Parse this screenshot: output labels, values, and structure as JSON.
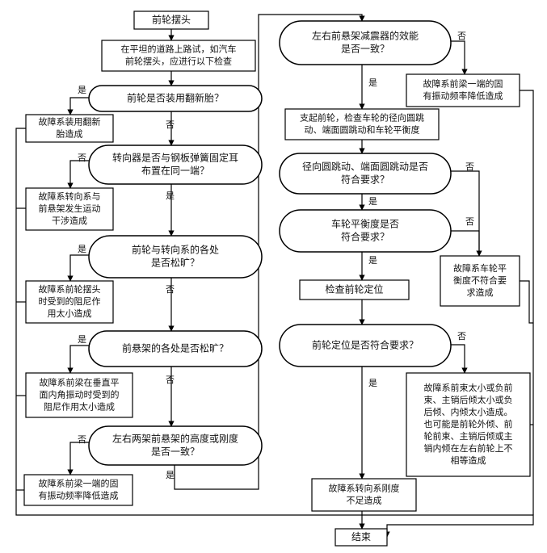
{
  "colors": {
    "stroke": "#000000",
    "fill": "#ffffff",
    "text": "#111111"
  },
  "labels": {
    "yes": "是",
    "no": "否"
  },
  "nodes": {
    "n_start": [
      "前轮摆头"
    ],
    "n_road": [
      "在平坦的道路上路试，如汽车",
      "前轮摆头，应进行以下检查"
    ],
    "d_retread": [
      "前轮是否装用翻新胎？"
    ],
    "r_retread": [
      "故障系装用翻新",
      "胎造成"
    ],
    "d_steer_mount": [
      "转向器是否与钢板弹簧固定耳",
      "布置在同一端？"
    ],
    "r_steer_mount": [
      "故障系转向系与",
      "前悬架发生运动",
      "干涉造成"
    ],
    "d_steer_loose": [
      "前轮与转向系的各处",
      "是否松旷？"
    ],
    "r_steer_loose": [
      "故障系前轮摆头",
      "时受到的阻尼作",
      "用太小造成"
    ],
    "d_susp_loose": [
      "前悬架的各处是否松旷？"
    ],
    "r_susp_loose": [
      "故障系前梁在垂直平",
      "面内角振动时受到的",
      "阻尼作用太小造成"
    ],
    "d_susp_height": [
      "左右两架前悬架的高度或刚度",
      "是否一致？"
    ],
    "r_susp_height": [
      "故障系前梁一端的固",
      "有振动频率降低造成"
    ],
    "d_shock": [
      "左右前悬架减震器的效能",
      "是否一致？"
    ],
    "r_shock": [
      "故障系前梁一端的固",
      "有振动频率降低造成"
    ],
    "n_jack": [
      "支起前轮，检查车轮的径向圆跳",
      "动、端面圆跳动和车轮平衡度"
    ],
    "d_runout": [
      "径向圆跳动、端面圆跳动是否",
      "符合要求？"
    ],
    "d_balance": [
      "车轮平衡度是否",
      "符合要求？"
    ],
    "r_balance": [
      "故障系车轮平",
      "衡度不符合要",
      "求造成"
    ],
    "n_align": [
      "检查前轮定位"
    ],
    "d_align": [
      "前轮定位是否符合要求？"
    ],
    "r_align": [
      "故障系前束太小或负前",
      "束、主销后倾太小或负",
      "后倾、内倾太小造成。",
      "也可能是前轮外倾、前",
      "轮前束、主销后倾或主",
      "销内倾在左右前轮上不",
      "相等造成"
    ],
    "r_steer_stiff": [
      "故障系转向系刚度",
      "不足造成"
    ],
    "n_end": [
      "结束"
    ]
  }
}
